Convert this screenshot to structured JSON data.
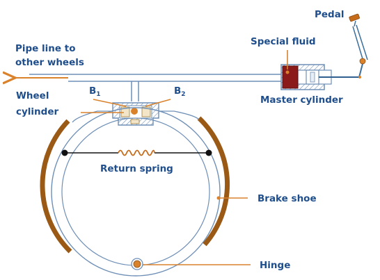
{
  "labels": {
    "pedal": "Pedal",
    "special_fluid": "Special fluid",
    "pipe_line_1": "Pipe line to",
    "pipe_line_2": "other wheels",
    "master_cylinder": "Master cylinder",
    "wheel_1": "Wheel",
    "wheel_2": "cylinder",
    "b1": "B",
    "b1_sub": "1",
    "b2": "B",
    "b2_sub": "2",
    "return_spring": "Return spring",
    "brake_shoe": "Brake shoe",
    "hinge": "Hinge"
  },
  "colors": {
    "label_text": "#1f4e8c",
    "outline": "#6e8fb6",
    "shoe_lining": "#9a5a16",
    "fluid": "#8b1a1a",
    "leader": "#d9822b",
    "pipe_arrow": "#d9822b",
    "pivot_dot": "#111111"
  }
}
